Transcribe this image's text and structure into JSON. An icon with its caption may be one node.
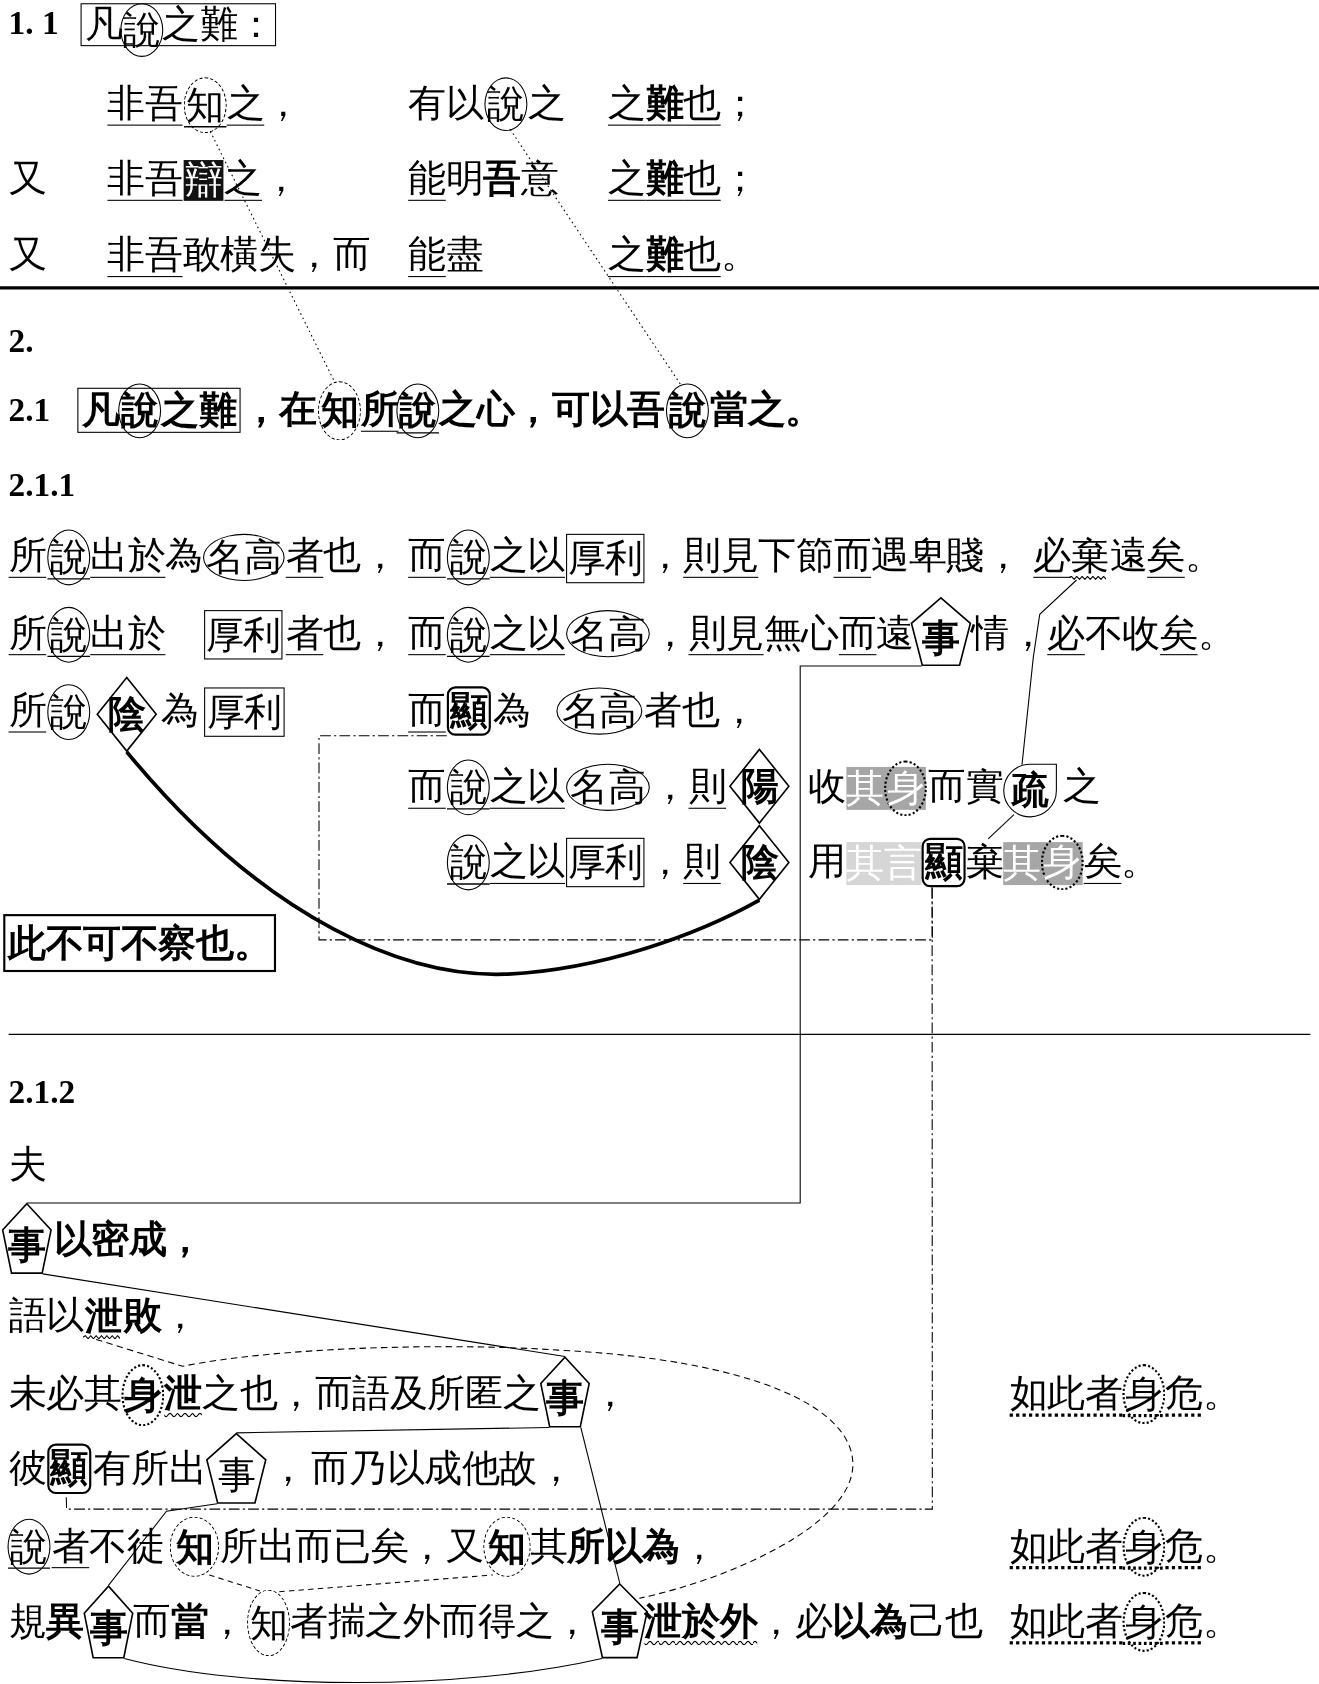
{
  "diagram": {
    "nodes": [
      {
        "text": [
          "凡",
          "之難："
        ]
      },
      {
        "text": [
          "說"
        ]
      },
      {
        "text": [
          "知"
        ]
      },
      {
        "text": [
          "說"
        ]
      },
      {
        "text": [
          "辯"
        ]
      },
      {
        "text": [
          "凡",
          "之難"
        ]
      },
      {
        "text": [
          "說"
        ]
      },
      {
        "text": [
          "知"
        ]
      },
      {
        "text": [
          "說"
        ]
      },
      {
        "text": [
          "說"
        ]
      },
      {
        "text": [
          "說"
        ]
      },
      {
        "text": [
          "名高"
        ]
      },
      {
        "text": [
          "說"
        ]
      },
      {
        "text": [
          "厚利"
        ]
      },
      {
        "text": [
          "棄"
        ]
      },
      {
        "text": [
          "說"
        ]
      },
      {
        "text": [
          "厚利"
        ]
      },
      {
        "text": [
          "說"
        ]
      },
      {
        "text": [
          "名高"
        ]
      },
      {
        "text": [
          "事"
        ]
      },
      {
        "text": [
          "說"
        ]
      },
      {
        "text": [
          "陰"
        ]
      },
      {
        "text": [
          "厚利"
        ]
      },
      {
        "text": [
          "顯"
        ]
      },
      {
        "text": [
          "名高"
        ]
      },
      {
        "text": [
          "說"
        ]
      },
      {
        "text": [
          "名高"
        ]
      },
      {
        "text": [
          "陽"
        ]
      },
      {
        "text": [
          "其"
        ]
      },
      {
        "text": [
          "身"
        ]
      },
      {
        "text": [
          "疏"
        ]
      },
      {
        "text": [
          "說"
        ]
      },
      {
        "text": [
          "厚利"
        ]
      },
      {
        "text": [
          "陰"
        ]
      },
      {
        "text": [
          "其言"
        ]
      },
      {
        "text": [
          "顯"
        ]
      },
      {
        "text": [
          "棄"
        ]
      },
      {
        "text": [
          "其"
        ]
      },
      {
        "text": [
          "身"
        ]
      },
      {
        "text": [
          "此不可不察也。"
        ]
      },
      {
        "text": [
          "事"
        ]
      },
      {
        "text": [
          "泄"
        ]
      },
      {
        "text": [
          "身"
        ]
      },
      {
        "text": [
          "事"
        ]
      },
      {
        "text": [
          "身"
        ]
      },
      {
        "text": [
          "顯"
        ]
      },
      {
        "text": [
          "事"
        ]
      },
      {
        "text": [
          "說"
        ]
      },
      {
        "text": [
          "知"
        ]
      },
      {
        "text": [
          "知"
        ]
      },
      {
        "text": [
          "身"
        ]
      },
      {
        "text": [
          "事"
        ]
      },
      {
        "text": [
          "知"
        ]
      },
      {
        "text": [
          "事"
        ]
      },
      {
        "text": [
          "身"
        ]
      }
    ],
    "edges": [
      {
        "from": 2,
        "to": 7,
        "arrow": "none",
        "style": "dashed"
      },
      {
        "from": 3,
        "to": 9,
        "arrow": "none",
        "style": "dashed"
      },
      {
        "from": 14,
        "to": 30,
        "arrow": "none"
      },
      {
        "from": 30,
        "to": 36,
        "arrow": "none"
      },
      {
        "from": 19,
        "to": 40,
        "arrow": "none"
      },
      {
        "from": 21,
        "to": 33,
        "arrow": "none",
        "style": "thick"
      },
      {
        "from": 23,
        "to": 35,
        "arrow": "none",
        "style": "dashed"
      },
      {
        "from": 35,
        "to": 45,
        "arrow": "none",
        "style": "dashed"
      },
      {
        "from": 40,
        "to": 43,
        "arrow": "none"
      },
      {
        "from": 41,
        "to": 53,
        "arrow": "none",
        "style": "dashed"
      },
      {
        "from": 43,
        "to": 46,
        "arrow": "none"
      },
      {
        "from": 43,
        "to": 53,
        "arrow": "none"
      },
      {
        "from": 46,
        "to": 51,
        "arrow": "none"
      },
      {
        "from": 51,
        "to": 53,
        "arrow": "none"
      },
      {
        "from": 48,
        "to": 52,
        "arrow": "none",
        "style": "dashed"
      },
      {
        "from": 52,
        "to": 49,
        "arrow": "none",
        "style": "dashed"
      }
    ],
    "labels": [
      "1. 1",
      "非吾",
      "之",
      "，",
      "有以",
      "之",
      "之**難**也",
      "；",
      "又",
      "非吾",
      "之",
      "，",
      "能",
      "明**吾**意",
      "之**難**也",
      "；",
      "又",
      "非吾",
      "敢橫失，而",
      "能",
      "盡",
      "之**難**也",
      "。",
      "2.",
      "2.1",
      "，在",
      "所",
      "之心，可以吾",
      "當之。",
      "2.1.1",
      "所",
      "出於",
      "為",
      "者",
      "也，",
      "而",
      "之以",
      "，",
      "則見",
      "下節",
      "而",
      "遇卑賤，",
      "必",
      "遠",
      "矣",
      "。",
      "所",
      "出於",
      "者",
      "也，",
      "而",
      "之以",
      "，",
      "則見",
      "無心",
      "而",
      "遠",
      "情，",
      "必",
      "不收",
      "矣",
      "。",
      "所",
      "為",
      "而",
      "為",
      "者也，",
      "而",
      "之以",
      "，",
      "則",
      "收",
      "而實",
      "之",
      "之以",
      "，",
      "則",
      "用",
      "矣",
      "。",
      "2.1.2",
      "夫",
      "以密成，",
      "語以",
      "**敗**，",
      "未必其",
      "泄",
      "之也，而語及所匿之",
      "，",
      "如此者",
      "危",
      "。",
      "彼",
      "有所出",
      "，",
      "而乃以成他故，",
      "者",
      "不徒",
      "所出而已矣，又",
      "其**所以為**，",
      "如此者",
      "危",
      "。",
      "規**異**",
      "而**當**，",
      "者揣之外而得之，",
      "泄於外",
      "，必**以為**己也",
      "如此者",
      "危",
      "。"
    ]
  }
}
